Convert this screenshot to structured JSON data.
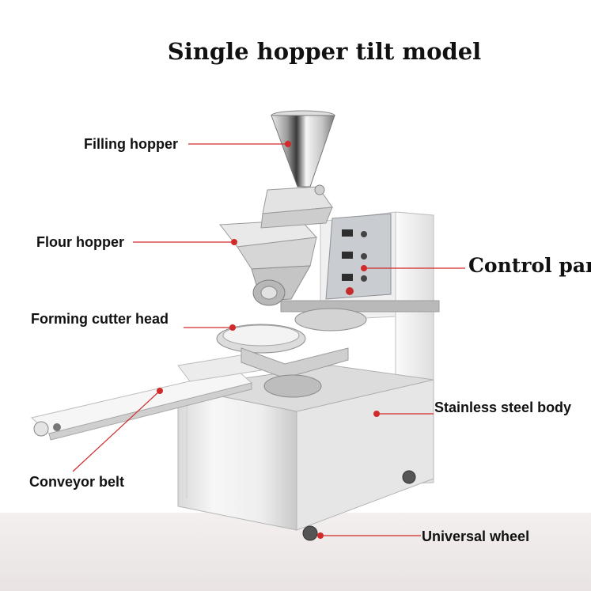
{
  "title": "Single hopper tilt model",
  "labels": {
    "filling_hopper": "Filling hopper",
    "flour_hopper": "Flour hopper",
    "forming_cutter_head": "Forming cutter head",
    "conveyor_belt": "Conveyor belt",
    "control_panel": "Control panel",
    "stainless_steel_body": "Stainless steel body",
    "universal_wheel": "Universal wheel"
  },
  "colors": {
    "leader_line": "#d02a2a",
    "steel_light": "#f2f2f2",
    "steel_mid": "#cfcfcf",
    "steel_dark": "#8a8a8a"
  }
}
